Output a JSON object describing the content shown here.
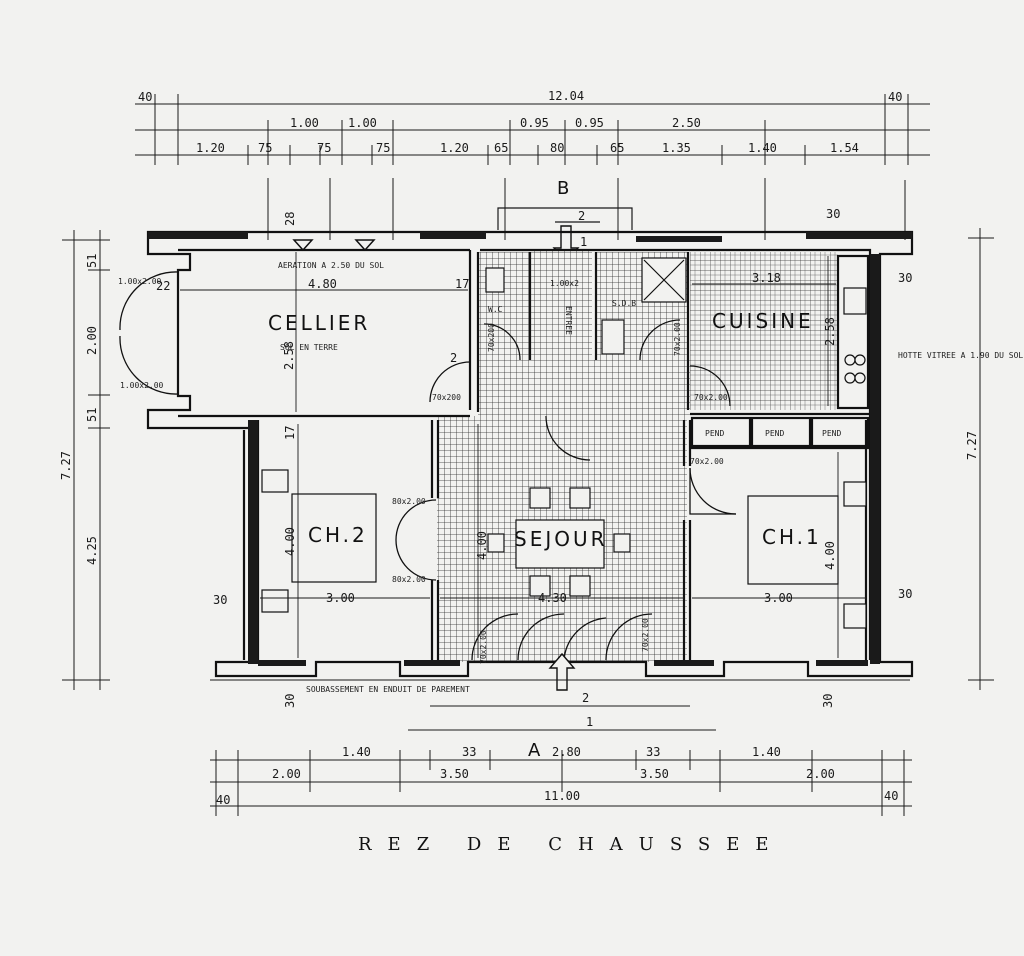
{
  "title": "REZ DE CHAUSSEE",
  "section_marks": {
    "top": "B",
    "bottom": "A"
  },
  "rooms": {
    "cellier": "CELLIER",
    "cellier_note": "SOL EN TERRE",
    "cuisine": "CUISINE",
    "sejour": "SEJOUR",
    "ch2": "CH.2",
    "ch1": "CH.1",
    "wc": "W.C",
    "sdb": "S.D.B",
    "entree": "ENTREE",
    "pend1": "PEND",
    "pend2": "PEND",
    "pend3": "PEND"
  },
  "notes": {
    "ventilation": "AERATION A 2.50 DU SOL",
    "hotte": "HOTTE VITREE A 1.90 DU SOL",
    "enduit": "SOUBASSEMENT EN ENDUIT DE PAREMENT"
  },
  "dims_top": {
    "total": "12.04",
    "end_left": "40",
    "end_right": "40",
    "row2": [
      "1.00",
      "1.00",
      "0.95",
      "0.95",
      "2.50"
    ],
    "row3": [
      "1.20",
      "75",
      "75",
      "75",
      "1.20",
      "65",
      "80",
      "65",
      "1.35",
      "1.40",
      "1.54"
    ]
  },
  "dims_bottom": {
    "row1": [
      "1.40",
      "33",
      "2.80",
      "33",
      "1.40"
    ],
    "row2": [
      "2.00",
      "3.50",
      "3.50",
      "2.00"
    ],
    "total": "11.00",
    "end_left": "40",
    "end_right": "40"
  },
  "dims_side": {
    "left_total": "7.27",
    "right_total": "7.27",
    "left_parts": [
      "51",
      "2.00",
      "51",
      "4.25"
    ],
    "left_30": "30",
    "right_30a": "30",
    "right_30b": "30",
    "top_30": "30",
    "bottom_30a": "30",
    "bottom_30b": "30"
  },
  "dims_interior": {
    "cellier_w": "4.80",
    "cellier_h": "2.58",
    "cuisine_w": "3.18",
    "cuisine_h": "2.58",
    "sejour_w": "4.30",
    "sejour_h": "4.00",
    "ch2_w": "3.00",
    "ch2_h": "4.00",
    "ch1_w": "3.00",
    "ch1_h": "4.00",
    "thickness_22": "22",
    "thickness_17a": "17",
    "thickness_17b": "17",
    "thickness_28": "28",
    "entree_2": "2",
    "sejour_2": "2",
    "a_1": "1",
    "b_1": "1",
    "b_2": "2"
  },
  "doors": {
    "cellier_door": "1.00x2.00",
    "cellier_door2": "1.00x2.00",
    "d70_1": "70x200",
    "d70_2": "70x200",
    "d70_3": "70x2.00",
    "d70_4": "70x2.00",
    "d70_5": "70x2.00",
    "d80_1": "80x2.00",
    "d80_2": "80x2.00",
    "entree_door": "1.00x2",
    "porte_sejour_1": "70x2.00",
    "porte_sejour_2": "70x2.00"
  },
  "colors": {
    "ink": "#141414",
    "paper": "#f2f2f0",
    "hatch": "#2a2a2a"
  }
}
